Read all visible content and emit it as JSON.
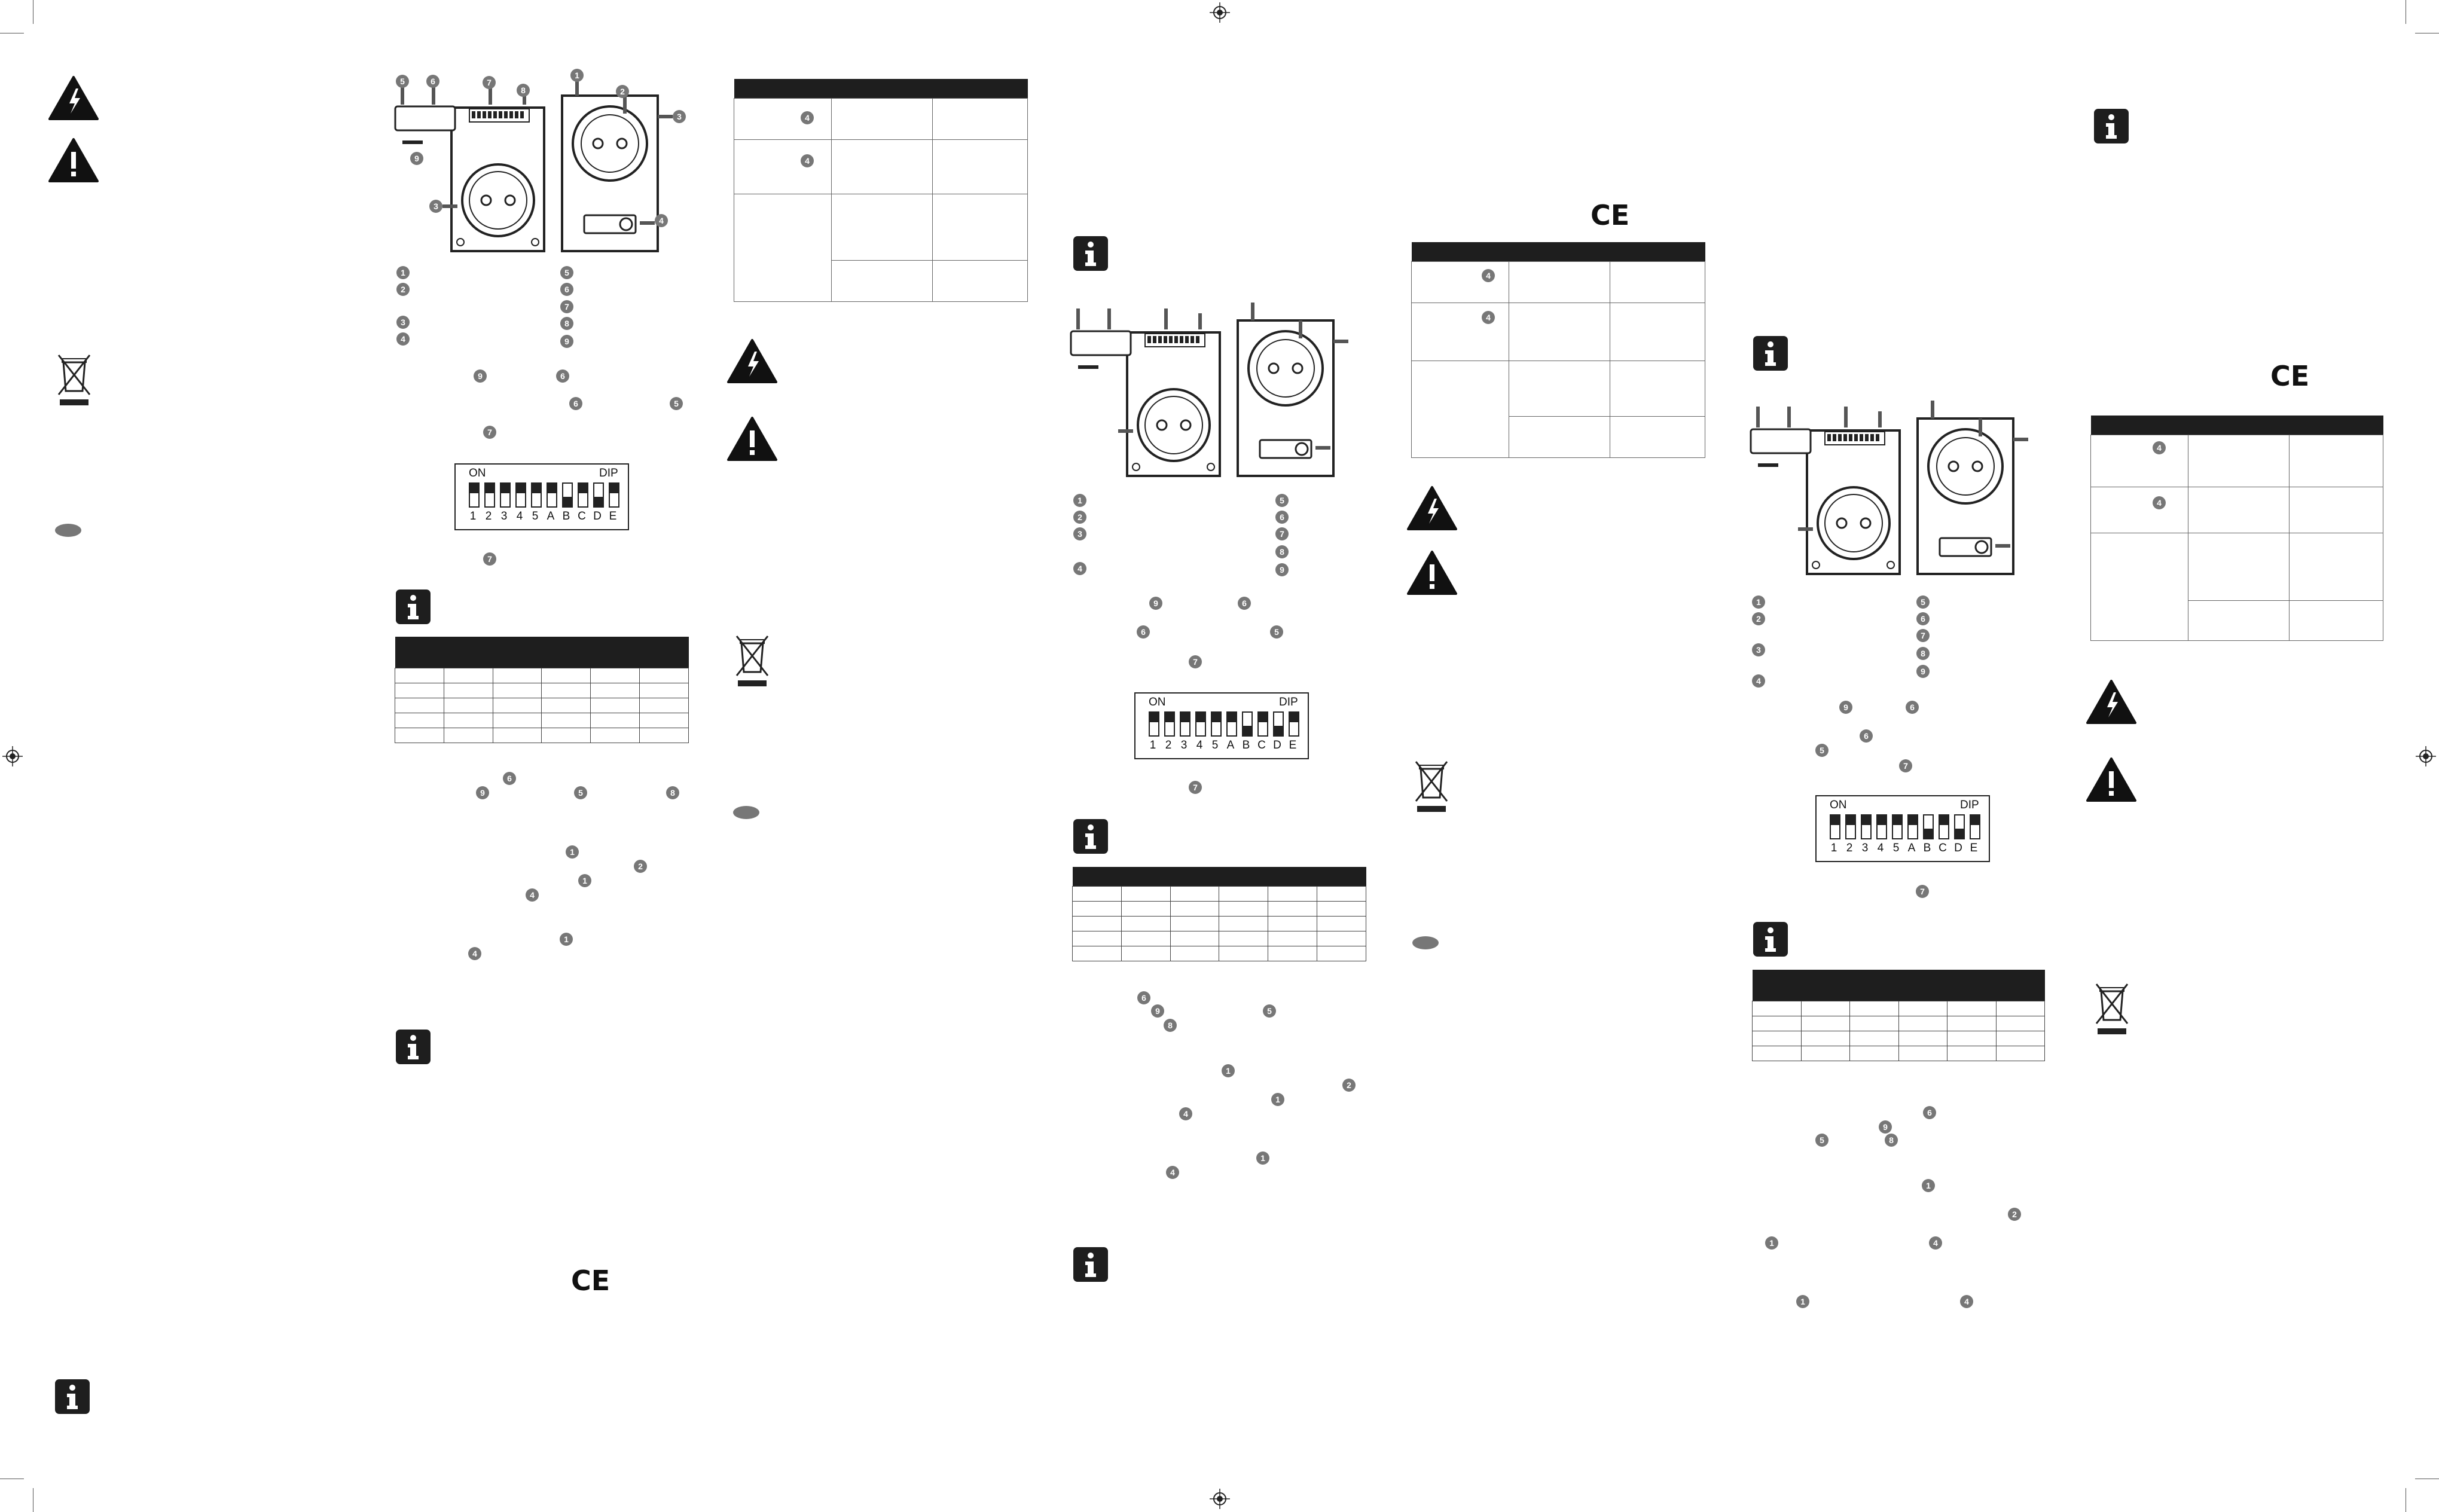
{
  "dip_switch": {
    "on_label": "ON",
    "dip_label": "DIP",
    "switch_labels": [
      "1",
      "2",
      "3",
      "4",
      "5",
      "A",
      "B",
      "C",
      "D",
      "E"
    ]
  },
  "callouts": [
    "1",
    "2",
    "3",
    "4",
    "5",
    "6",
    "7",
    "8",
    "9"
  ],
  "ce_mark": "CE",
  "icons": {
    "info": "info-icon",
    "electric_warning": "high-voltage-warning-icon",
    "general_warning": "exclamation-warning-icon",
    "weee": "crossed-out-wheelie-bin-icon"
  },
  "colors": {
    "ink": "#111111",
    "header_fill": "#1e1e1e",
    "callout_grey": "#777777"
  }
}
